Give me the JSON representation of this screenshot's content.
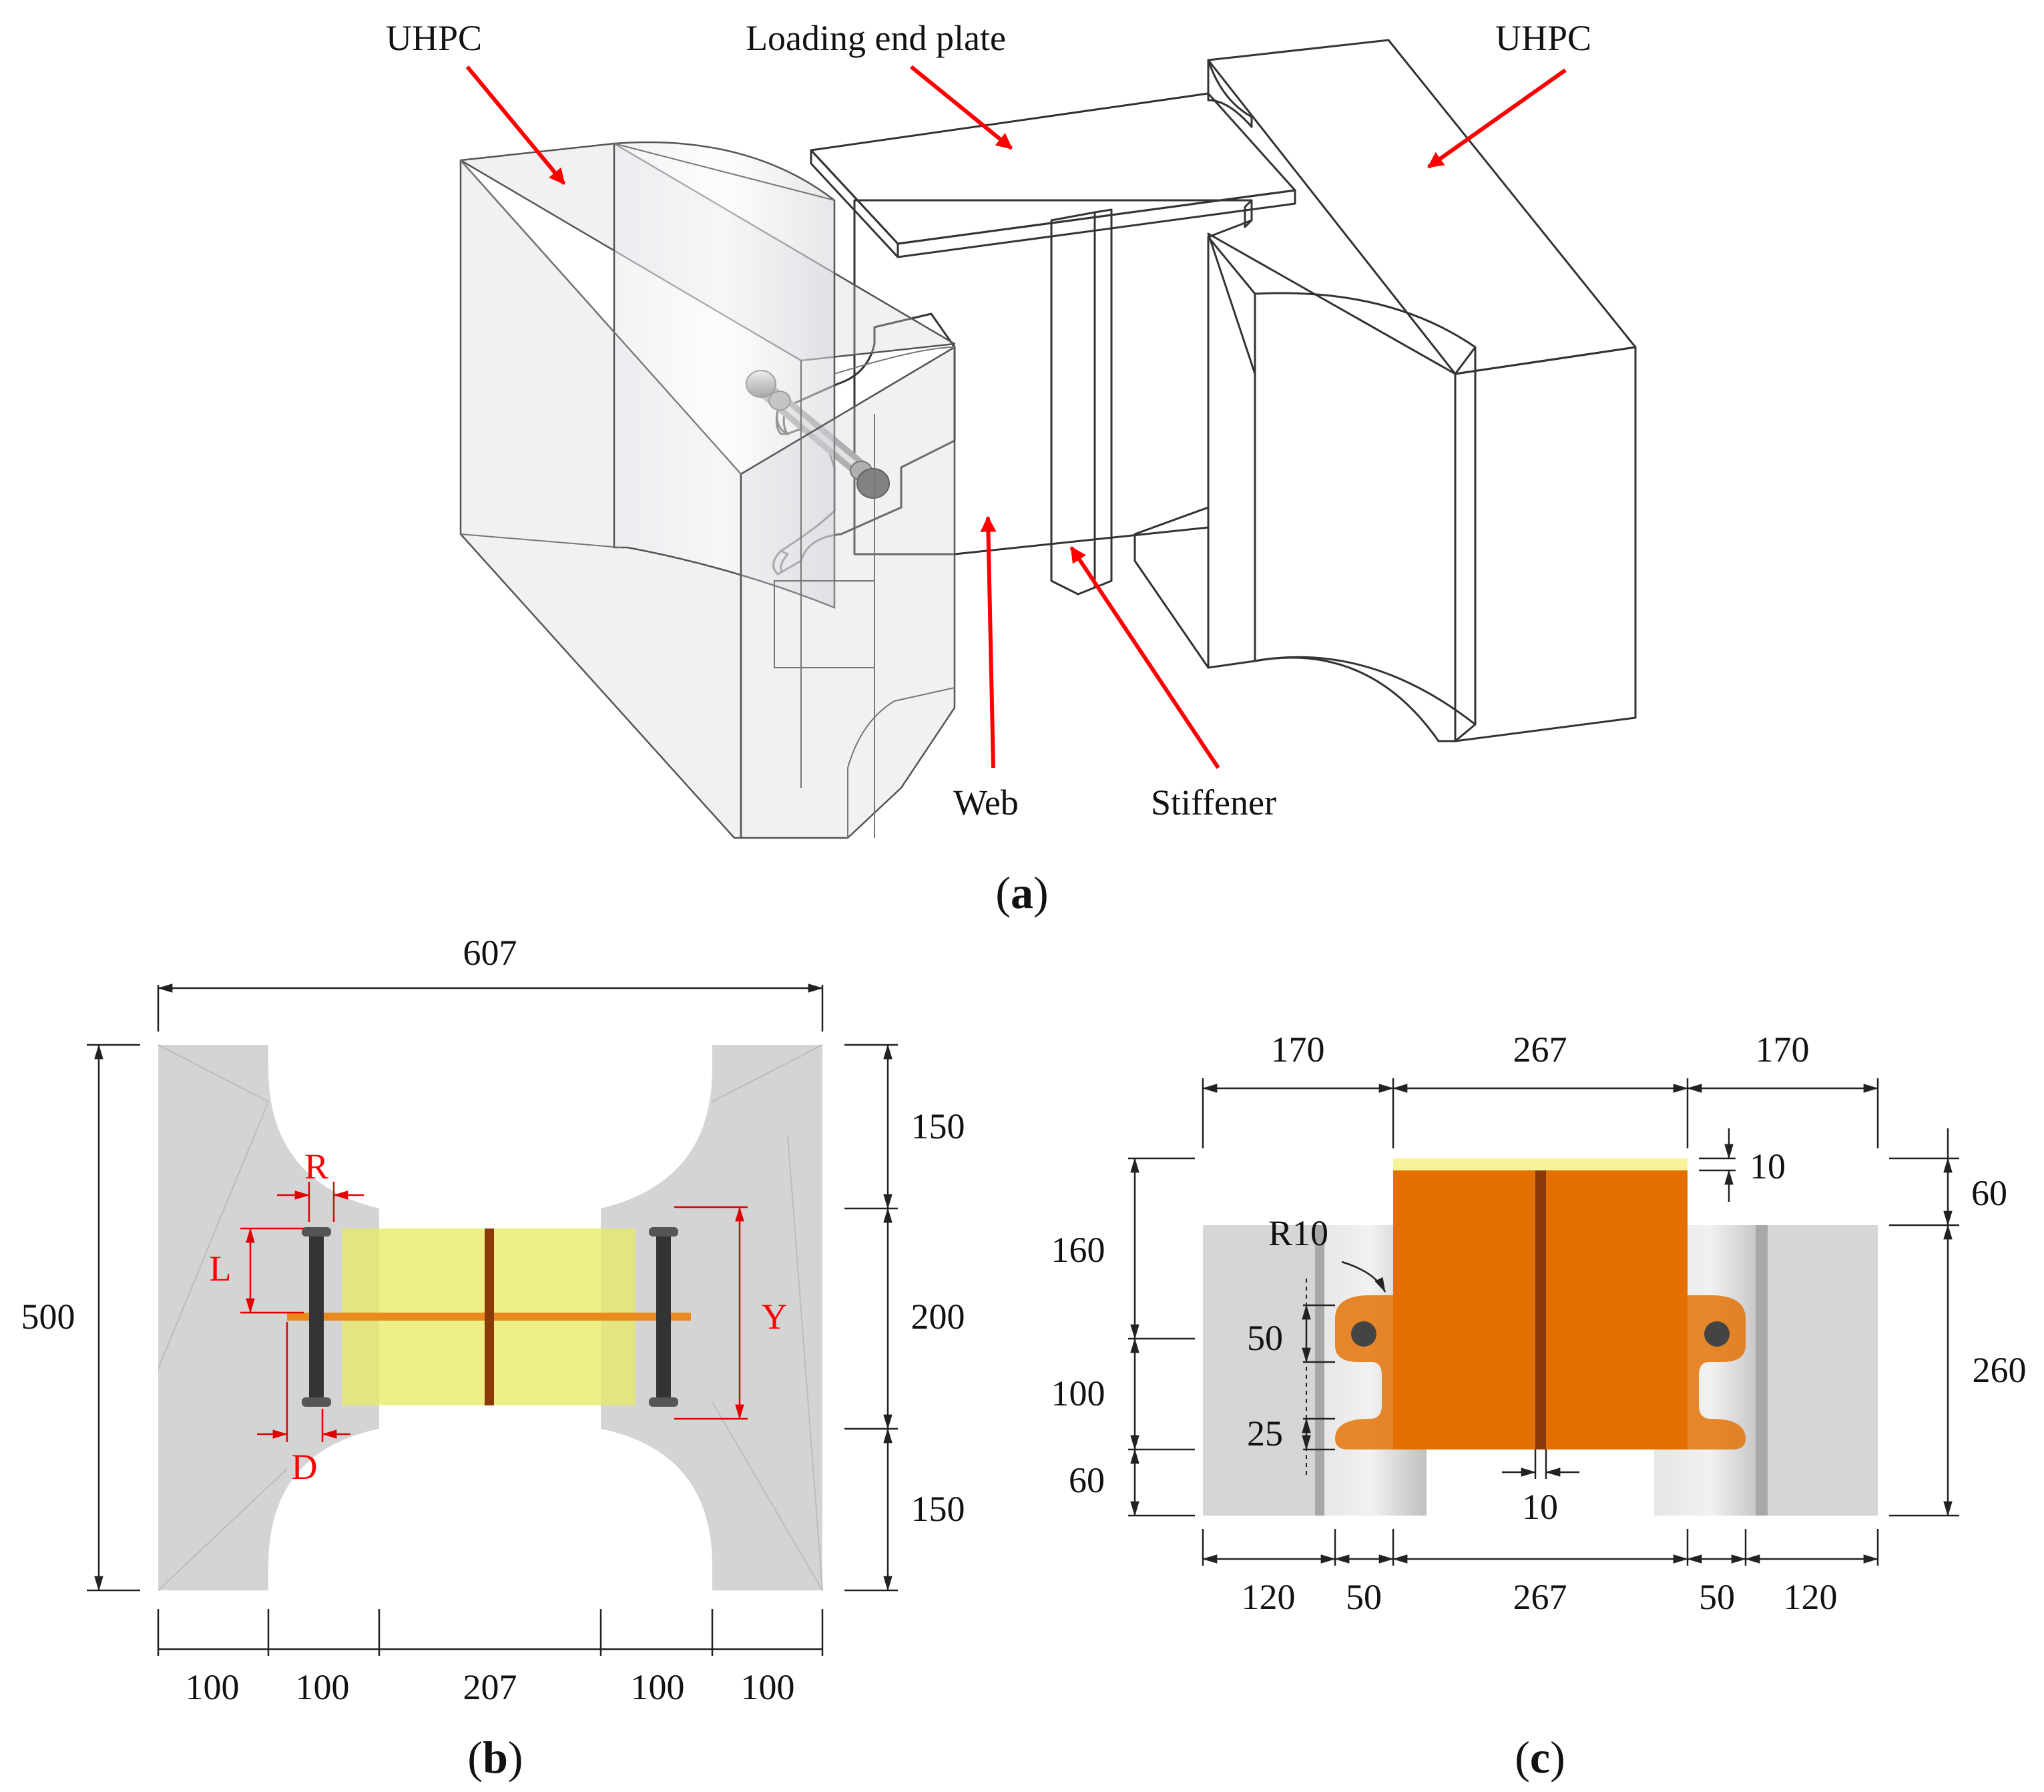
{
  "panel_a": {
    "labels": {
      "uhpc_left": "UHPC",
      "end_plate": "Loading end plate",
      "uhpc_right": "UHPC",
      "web": "Web",
      "stiffener": "Stiffener"
    },
    "caption": {
      "open": "(",
      "letter": "a",
      "close": ")"
    }
  },
  "panel_b": {
    "dims": {
      "overall_width": "607",
      "overall_height": "500",
      "right_top": "150",
      "right_mid": "200",
      "right_bottom": "150",
      "bottom": [
        "100",
        "100",
        "207",
        "100",
        "100"
      ]
    },
    "symbols": {
      "r": "R",
      "l": "L",
      "d": "D",
      "y": "Y"
    },
    "caption": {
      "open": "(",
      "letter": "b",
      "close": ")"
    }
  },
  "panel_c": {
    "dims": {
      "top": [
        "170",
        "267",
        "170"
      ],
      "plate_thickness": "10",
      "right_top": "60",
      "right_bottom": "260",
      "left": [
        "160",
        "100",
        "60"
      ],
      "radius": "R10",
      "inner_50": "50",
      "inner_25": "25",
      "stiffener_width": "10",
      "bottom": [
        "120",
        "50",
        "267",
        "50",
        "120"
      ]
    },
    "caption": {
      "open": "(",
      "letter": "c",
      "close": ")"
    }
  },
  "colors": {
    "end_plate": "#f6f35a",
    "web": "#a83a08",
    "stiffener": "#b8a200",
    "web_plan": "#e36f00",
    "uhpc_plan": "#d4d4d4",
    "uhpc_3d": "#a89aa6",
    "arrow": "#ff0000",
    "symbol": "#ff0000"
  }
}
